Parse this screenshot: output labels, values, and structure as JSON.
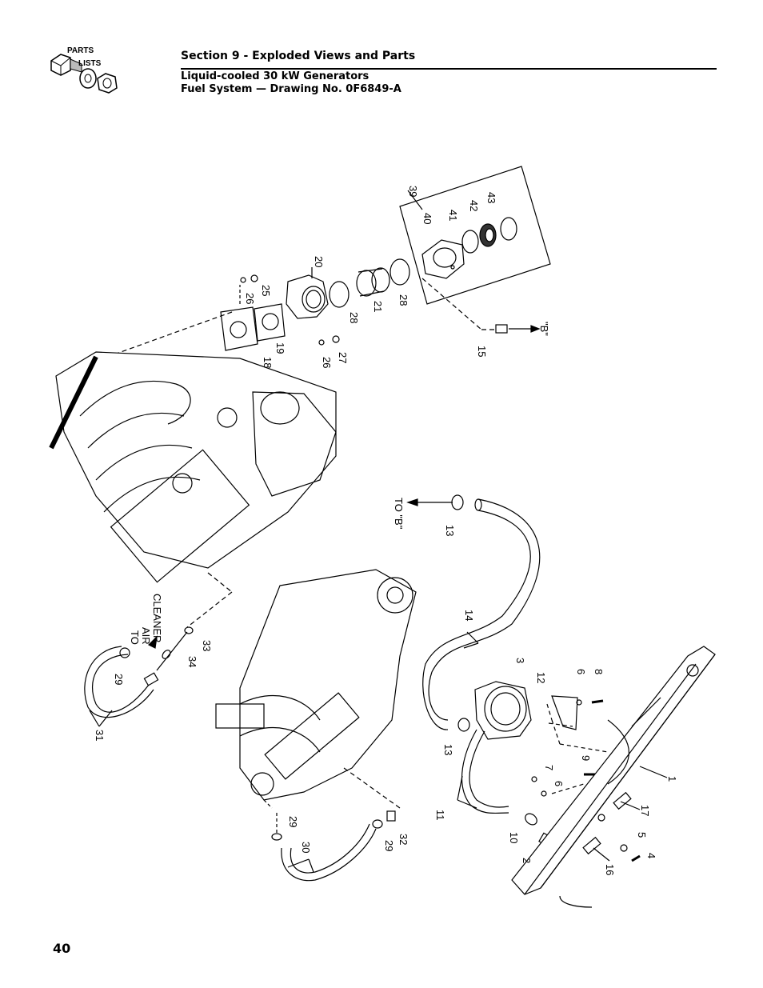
{
  "header": {
    "logo_line1": "PARTS",
    "logo_line2": "LISTS",
    "section_title": "Section 9 - Exploded Views and Parts",
    "subtitle_line1": "Liquid-cooled 30 kW Generators",
    "subtitle_line2": "Fuel System — Drawing No. 0F6849-A"
  },
  "page_number": "40",
  "callouts": {
    "c39": "39",
    "c40": "40",
    "c41": "41",
    "c42": "42",
    "c43": "43",
    "c20": "20",
    "c25": "25",
    "c26a": "26",
    "c28a": "28",
    "c21": "21",
    "c28b": "28",
    "c19": "19",
    "c18": "18",
    "c26b": "26",
    "c27": "27",
    "c15": "15",
    "b_label": "\"B\"",
    "to_b": "TO \"B\"",
    "c13a": "13",
    "c14": "14",
    "to": "TO",
    "air": "AIR",
    "cleaner": "CLEANER",
    "c33": "33",
    "c34": "34",
    "c29a": "29",
    "c31": "31",
    "c3": "3",
    "c12": "12",
    "c6a": "6",
    "c8": "8",
    "c9": "9",
    "c1": "1",
    "c13b": "13",
    "c7": "7",
    "c6b": "6",
    "c11": "11",
    "c17": "17",
    "c10": "10",
    "c5": "5",
    "c4": "4",
    "c2": "2",
    "c16": "16",
    "c29b": "29",
    "c30": "30",
    "c29c": "29",
    "c32": "32"
  }
}
